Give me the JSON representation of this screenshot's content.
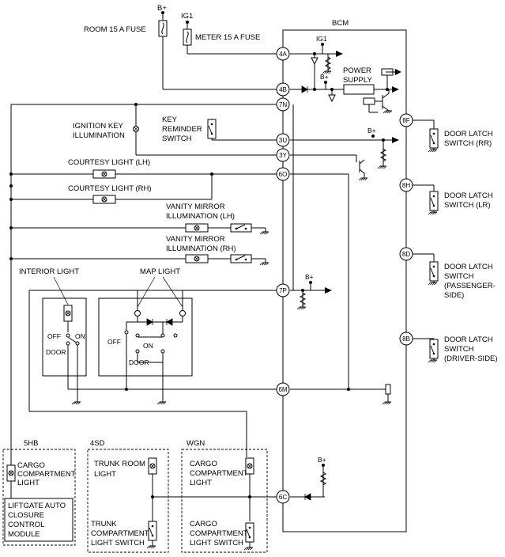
{
  "module": "BCM",
  "power": {
    "bplus": "B+",
    "ig1": "IG1"
  },
  "fuses": {
    "room": "ROOM 15 A FUSE",
    "meter": "METER 15 A FUSE"
  },
  "pins": {
    "p4a": "4A",
    "p4b": "4B",
    "p7n": "7N",
    "p3u": "3U",
    "p3y": "3Y",
    "p6o": "6O",
    "p7p": "7P",
    "p6m": "6M",
    "p6c": "6C",
    "p8f": "8F",
    "p8h": "8H",
    "p8d": "8D",
    "p8b": "8B"
  },
  "labels": {
    "power_supply_1": "POWER",
    "power_supply_2": "SUPPLY",
    "ign_key_1": "IGNITION KEY",
    "ign_key_2": "ILLUMINATION",
    "key_rem_1": "KEY",
    "key_rem_2": "REMINDER",
    "key_rem_3": "SWITCH",
    "courtesy_lh": "COURTESY LIGHT (LH)",
    "courtesy_rh": "COURTESY LIGHT (RH)",
    "vanity_lh_1": "VANITY MIRROR",
    "vanity_lh_2": "ILLUMINATION (LH)",
    "vanity_rh_1": "VANITY MIRROR",
    "vanity_rh_2": "ILLUMINATION (RH)",
    "interior_light": "INTERIOR LIGHT",
    "map_light": "MAP LIGHT",
    "off": "OFF",
    "on": "ON",
    "door": "DOOR",
    "dl_rr_1": "DOOR LATCH",
    "dl_rr_2": "SWITCH (RR)",
    "dl_lr_1": "DOOR LATCH",
    "dl_lr_2": "SWITCH (LR)",
    "dl_pass_1": "DOOR LATCH",
    "dl_pass_2": "SWITCH",
    "dl_pass_3": "(PASSENGER-",
    "dl_pass_4": "SIDE)",
    "dl_drv_1": "DOOR LATCH",
    "dl_drv_2": "SWITCH",
    "dl_drv_3": "(DRIVER-SIDE)",
    "hb5": "5HB",
    "sd4": "4SD",
    "wgn": "WGN",
    "cargo_5hb_1": "CARGO",
    "cargo_5hb_2": "COMPARTMENT",
    "cargo_5hb_3": "LIGHT",
    "liftgate_1": "LIFTGATE AUTO",
    "liftgate_2": "CLOSURE",
    "liftgate_3": "CONTROL",
    "liftgate_4": "MODULE",
    "trunk_room_1": "TRUNK ROOM",
    "trunk_room_2": "LIGHT",
    "trunk_sw_1": "TRUNK",
    "trunk_sw_2": "COMPARTMENT",
    "trunk_sw_3": "LIGHT SWITCH",
    "cargo_wgn_1": "CARGO",
    "cargo_wgn_2": "COMPARTMENT",
    "cargo_wgn_3": "LIGHT",
    "cargo_sw_1": "CARGO",
    "cargo_sw_2": "COMPARTMENT",
    "cargo_sw_3": "LIGHT SWITCH"
  }
}
